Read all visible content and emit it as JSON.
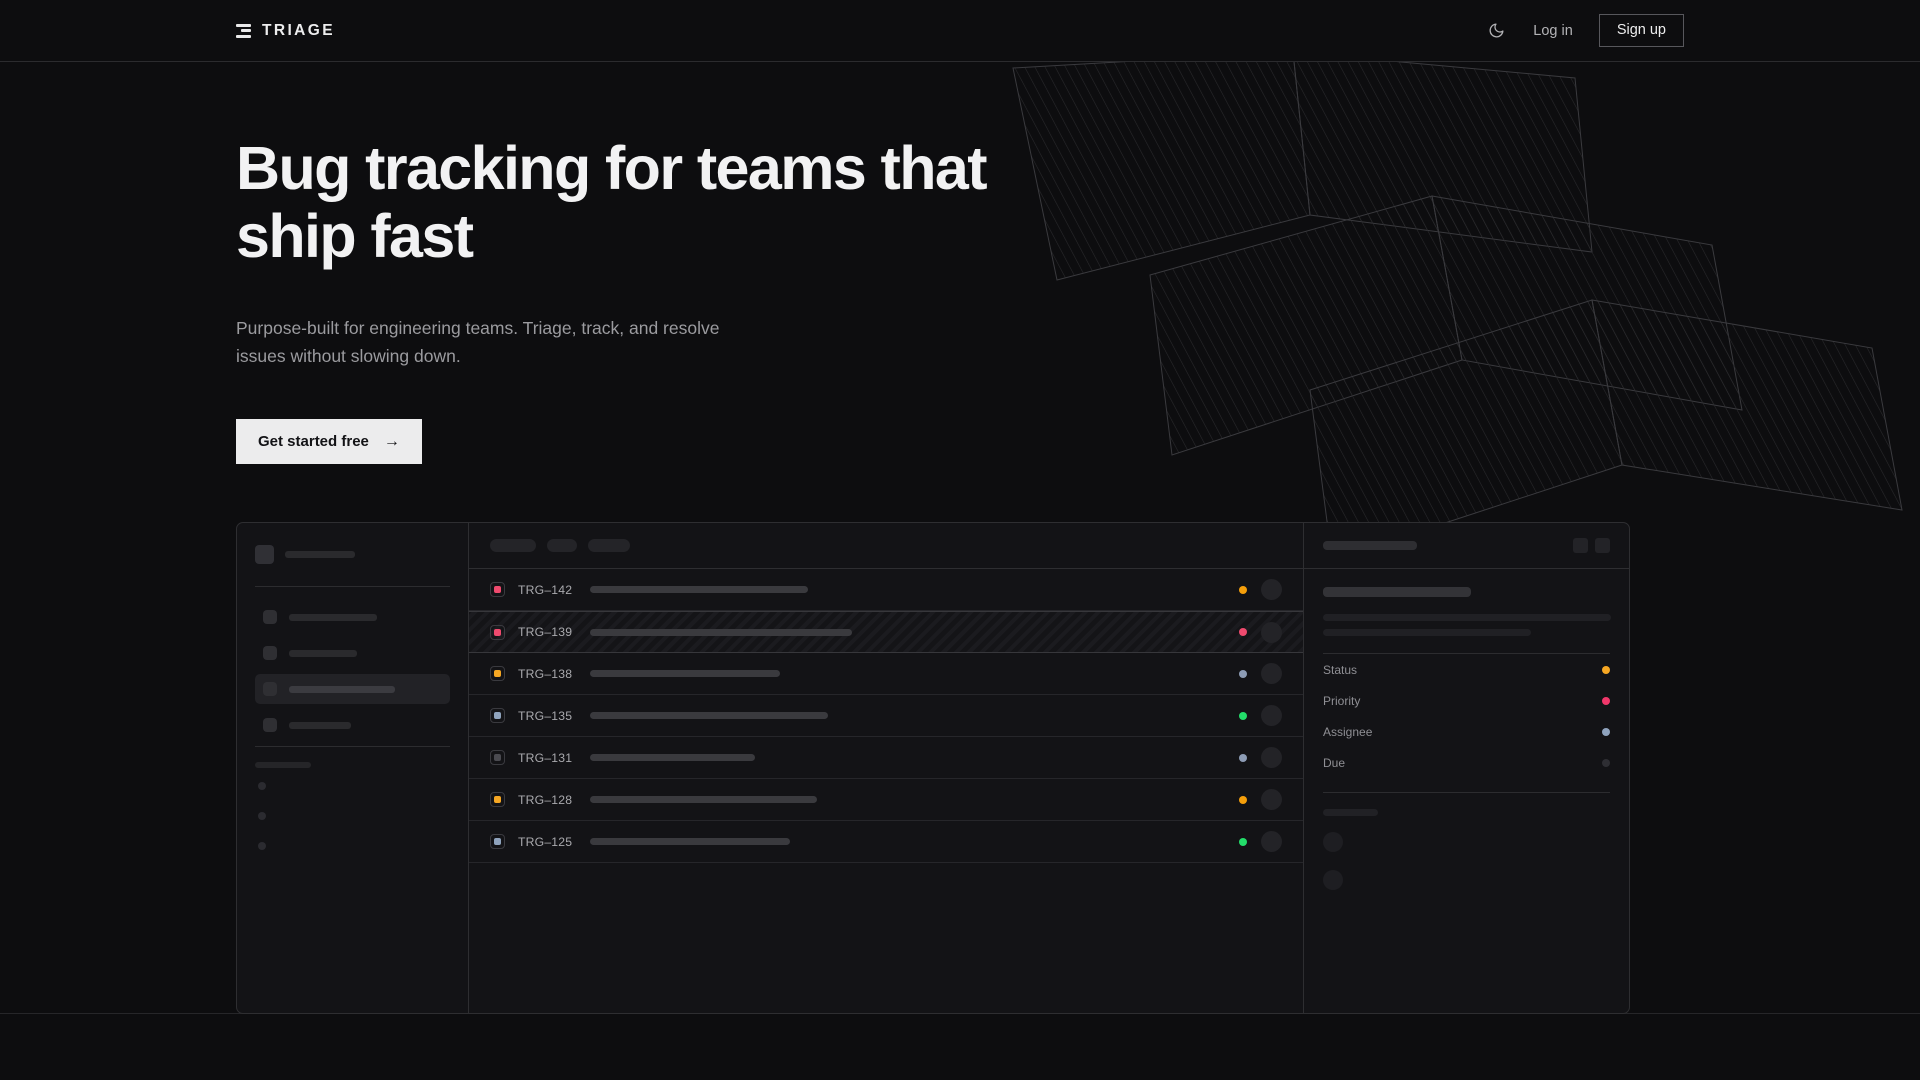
{
  "nav": {
    "brand": "TRIAGE",
    "brand_icon": "stacked-bars-logo",
    "theme_toggle_icon": "moon-icon",
    "login_label": "Log in",
    "signup_label": "Sign up"
  },
  "hero": {
    "title": "Bug tracking for teams that ship fast",
    "subtitle": "Purpose-built for engineering teams. Triage, track, and resolve issues without slowing down.",
    "cta_label": "Get started free",
    "cta_arrow": "→"
  },
  "mockup": {
    "sidebar": {
      "items_count": 4,
      "active_index": 2,
      "mini_items_count": 3
    },
    "toolbar": {
      "pill_widths": [
        46,
        30,
        42
      ]
    },
    "rows": [
      {
        "id": "TRG–142",
        "badge_color": "#ef4a6e",
        "title_width": 218,
        "status_color": "#f59f0b",
        "selected": false
      },
      {
        "id": "TRG–139",
        "badge_color": "#ef4a6e",
        "title_width": 262,
        "status_color": "#ef4a6e",
        "selected": true
      },
      {
        "id": "TRG–138",
        "badge_color": "#f6a723",
        "title_width": 190,
        "status_color": "#8d9cb5",
        "selected": false
      },
      {
        "id": "TRG–135",
        "badge_color": "#8fa3bd",
        "title_width": 238,
        "status_color": "#23dd6a",
        "selected": false
      },
      {
        "id": "TRG–131",
        "badge_color": "#4a4a50",
        "title_width": 165,
        "status_color": "#8d9cb5",
        "selected": false
      },
      {
        "id": "TRG–128",
        "badge_color": "#f6a723",
        "title_width": 227,
        "status_color": "#f59f0b",
        "selected": false
      },
      {
        "id": "TRG–125",
        "badge_color": "#8fa3bd",
        "title_width": 200,
        "status_color": "#23dd6a",
        "selected": false
      }
    ],
    "detail": {
      "description_line_widths": [
        288,
        208
      ],
      "meta": [
        {
          "label": "Status",
          "dot_color": "#f6a723"
        },
        {
          "label": "Priority",
          "dot_color": "#f0376a"
        },
        {
          "label": "Assignee",
          "dot_color": "#8fa3bd"
        },
        {
          "label": "Due",
          "dot_color": "#2e2e33"
        }
      ],
      "comment_avatars": 2
    }
  },
  "colors": {
    "page_background": "#0d0d0f",
    "panel_background": "#131316",
    "border": "#2e2e31",
    "text_primary": "#f2f2f3",
    "text_muted": "#9b9b9f",
    "cta_background": "#ececed"
  }
}
